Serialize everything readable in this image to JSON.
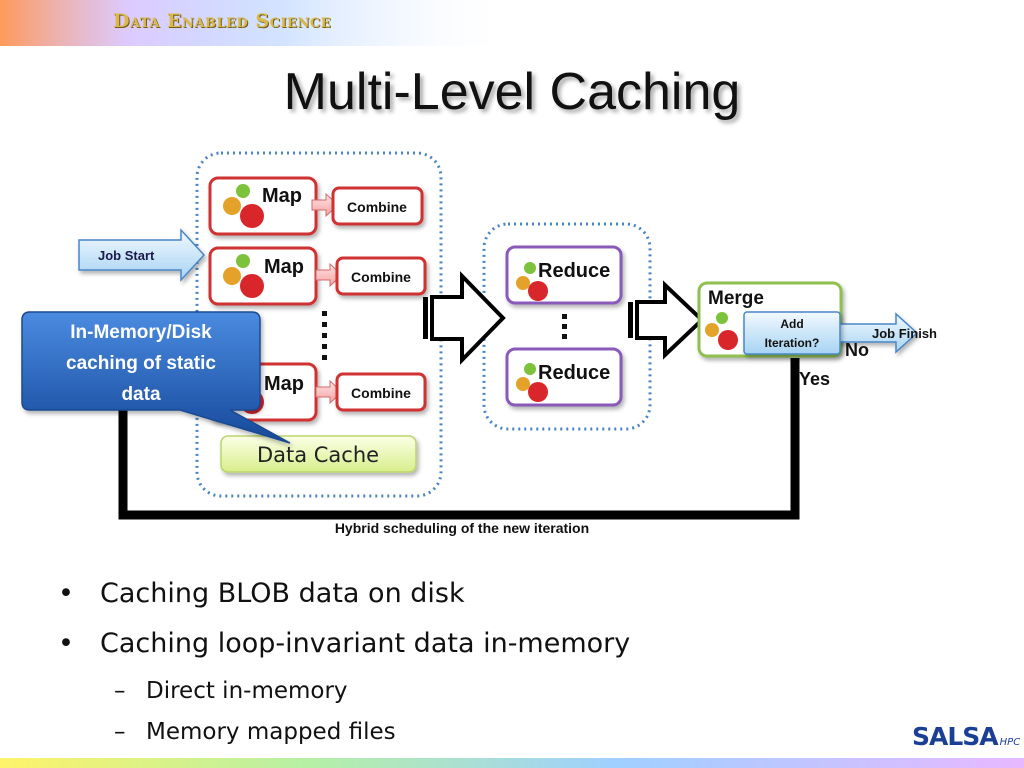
{
  "header": {
    "brand": "Data Enabled Science"
  },
  "title": "Multi-Level Caching",
  "diagram": {
    "job_start": "Job Start",
    "map_label": "Map",
    "combine_label": "Combine",
    "reduce_label": "Reduce",
    "merge_label": "Merge",
    "add_iteration": [
      "Add",
      "Iteration?"
    ],
    "job_finish": "Job Finish",
    "no_label": "No",
    "yes_label": "Yes",
    "data_cache": "Data Cache",
    "callout": [
      "In-Memory/Disk",
      "caching of static",
      "data"
    ],
    "loop_label": "Hybrid scheduling of the new iteration"
  },
  "bullets": [
    {
      "text": "Caching BLOB data on disk",
      "level": 1
    },
    {
      "text": "Caching loop-invariant data in-memory",
      "level": 1
    },
    {
      "text": "Direct in-memory",
      "level": 2
    },
    {
      "text": "Memory mapped files",
      "level": 2
    }
  ],
  "logo": {
    "main": "SALSA",
    "sub": "HPC"
  },
  "colors": {
    "map_border": "#d03030",
    "reduce_border": "#8a5aba",
    "merge_border": "#8fc050",
    "cache_fill": "#e9f5b8",
    "callout_fill": "#1f5fb0",
    "arrow_fill": "#cfe7f8",
    "dotted_border": "#4a84c4"
  }
}
